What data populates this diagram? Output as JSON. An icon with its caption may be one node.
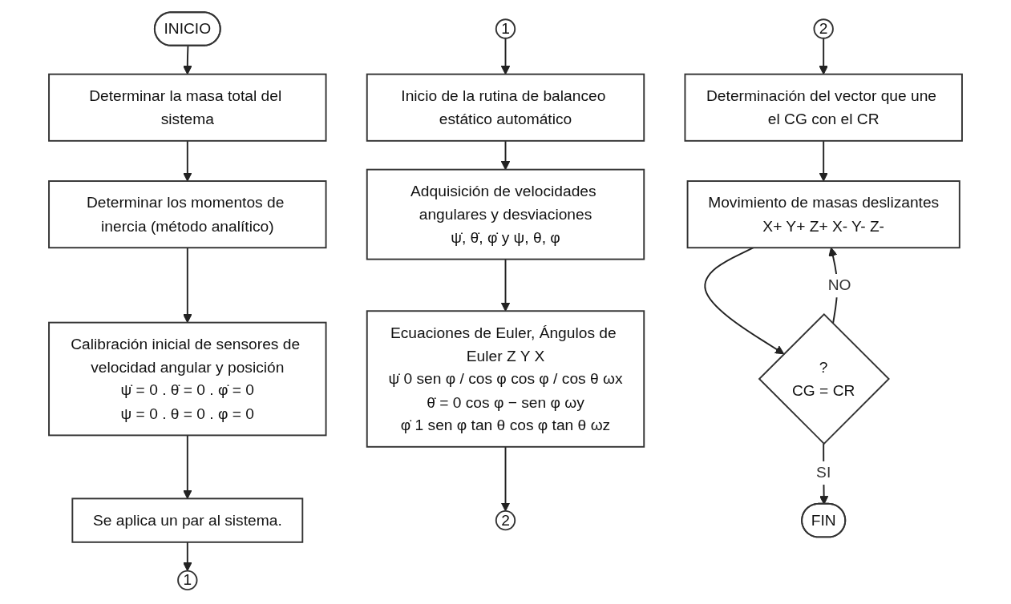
{
  "diagram": {
    "nodes": [
      {
        "text": [
          "INICIO"
        ]
      },
      {
        "text": [
          "Determinar la masa total del sistema"
        ]
      },
      {
        "text": [
          "Determinar los momentos de inercia (método analítico)"
        ]
      },
      {
        "text": [
          "Calibración inicial de sensores de velocidad angular y posición",
          "ψ̇ = 0 . θ̇ = 0 . φ̇ = 0",
          "ψ = 0 . θ = 0 . φ = 0"
        ]
      },
      {
        "text": [
          "Se aplica un par al sistema."
        ]
      },
      {
        "text": [
          "1"
        ]
      },
      {
        "text": [
          "1"
        ]
      },
      {
        "text": [
          "Inicio de la rutina de balanceo estático automático"
        ]
      },
      {
        "text": [
          "Adquisición de velocidades angulares y desviaciones",
          "ψ̇, θ̇, φ̇ y ψ, θ, φ"
        ]
      },
      {
        "text": [
          "Ecuaciones de Euler, Ángulos de Euler Z Y X",
          "ψ̇ 0 sen φ / cos φ cos φ / cos θ ωx",
          "θ̇ = 0 cos φ − sen φ ωy",
          "φ̇ 1 sen φ tan θ cos φ tan θ ωz"
        ]
      },
      {
        "text": [
          "2"
        ]
      },
      {
        "text": [
          "2"
        ]
      },
      {
        "text": [
          "Determinación del vector que une el CG con el CR"
        ]
      },
      {
        "text": [
          "Movimiento de masas deslizantes",
          "X+ Y+ Z+ X- Y- Z-"
        ]
      },
      {
        "text": [
          "?",
          "CG = CR"
        ]
      },
      {
        "text": [
          "FIN"
        ]
      }
    ],
    "edges": [
      {
        "from": 0,
        "to": 1,
        "arrow": "to"
      },
      {
        "from": 1,
        "to": 2,
        "arrow": "to"
      },
      {
        "from": 2,
        "to": 3,
        "arrow": "to"
      },
      {
        "from": 3,
        "to": 4,
        "arrow": "to"
      },
      {
        "from": 4,
        "to": 5,
        "arrow": "to"
      },
      {
        "from": 6,
        "to": 7,
        "arrow": "to"
      },
      {
        "from": 7,
        "to": 8,
        "arrow": "to"
      },
      {
        "from": 8,
        "to": 9,
        "arrow": "to"
      },
      {
        "from": 9,
        "to": 10,
        "arrow": "to"
      },
      {
        "from": 11,
        "to": 12,
        "arrow": "to"
      },
      {
        "from": 12,
        "to": 13,
        "arrow": "to"
      },
      {
        "from": 13,
        "to": 14,
        "arrow": "to"
      },
      {
        "from": 14,
        "to": 15,
        "arrow": "to",
        "label": "SI"
      },
      {
        "from": 14,
        "to": 13,
        "arrow": "to",
        "label": "NO"
      }
    ]
  }
}
